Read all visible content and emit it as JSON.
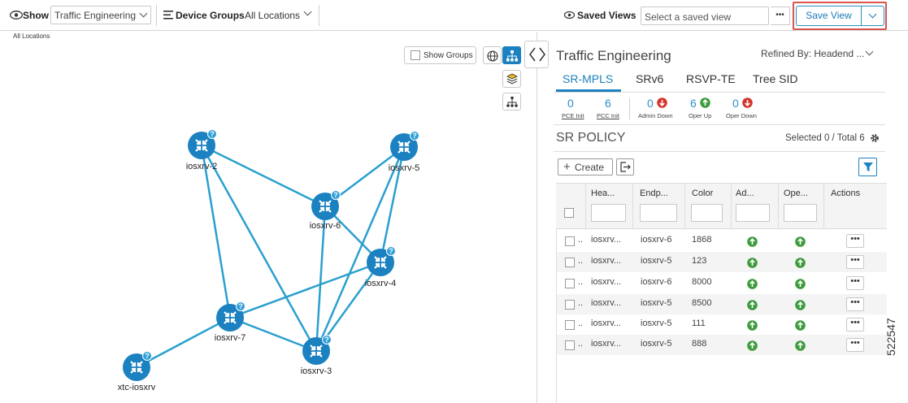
{
  "toolbar": {
    "show_label": "Show",
    "show_value": "Traffic Engineering",
    "device_groups_label": "Device Groups",
    "device_groups_value": "All Locations",
    "saved_views_label": "Saved Views",
    "saved_view_placeholder": "Select a saved view",
    "more_label": "•••",
    "save_view_label": "Save View"
  },
  "map": {
    "breadcrumb": "All Locations",
    "show_groups_label": "Show Groups",
    "nodes": [
      {
        "label": "iosxrv-2"
      },
      {
        "label": "iosxrv-5"
      },
      {
        "label": "iosxrv-6"
      },
      {
        "label": "iosxrv-4"
      },
      {
        "label": "iosxrv-7"
      },
      {
        "label": "iosxrv-3"
      },
      {
        "label": "xtc-iosxrv"
      }
    ]
  },
  "panel": {
    "title": "Traffic Engineering",
    "refined_by": "Refined By: Headend ...",
    "tabs": [
      "SR-MPLS",
      "SRv6",
      "RSVP-TE",
      "Tree SID"
    ],
    "active_tab": "SR-MPLS",
    "stats": [
      {
        "value": "0",
        "label": "PCE Init"
      },
      {
        "value": "6",
        "label": "PCC Init"
      },
      {
        "value": "0",
        "label": "Admin Down"
      },
      {
        "value": "6",
        "label": "Oper Up"
      },
      {
        "value": "0",
        "label": "Oper Down"
      }
    ],
    "section_title": "SR POLICY",
    "selection_summary": "Selected 0 / Total 6",
    "create_label": "Create",
    "columns": [
      "Hea...",
      "Endp...",
      "Color",
      "Ad...",
      "Ope...",
      "Actions"
    ],
    "rows": [
      {
        "head": "iosxrv...",
        "endpoint": "iosxrv-6",
        "color": "1868"
      },
      {
        "head": "iosxrv...",
        "endpoint": "iosxrv-5",
        "color": "123"
      },
      {
        "head": "iosxrv...",
        "endpoint": "iosxrv-6",
        "color": "8000"
      },
      {
        "head": "iosxrv...",
        "endpoint": "iosxrv-5",
        "color": "8500"
      },
      {
        "head": "iosxrv...",
        "endpoint": "iosxrv-5",
        "color": "111"
      },
      {
        "head": "iosxrv...",
        "endpoint": "iosxrv-5",
        "color": "888"
      }
    ],
    "row_action_label": "•••"
  },
  "side_label": "522547",
  "colors": {
    "accent": "#1b81c0",
    "link": "#2aa0cf",
    "green": "#3d9b3d",
    "red": "#d4352a",
    "highlight": "#d9534f"
  }
}
